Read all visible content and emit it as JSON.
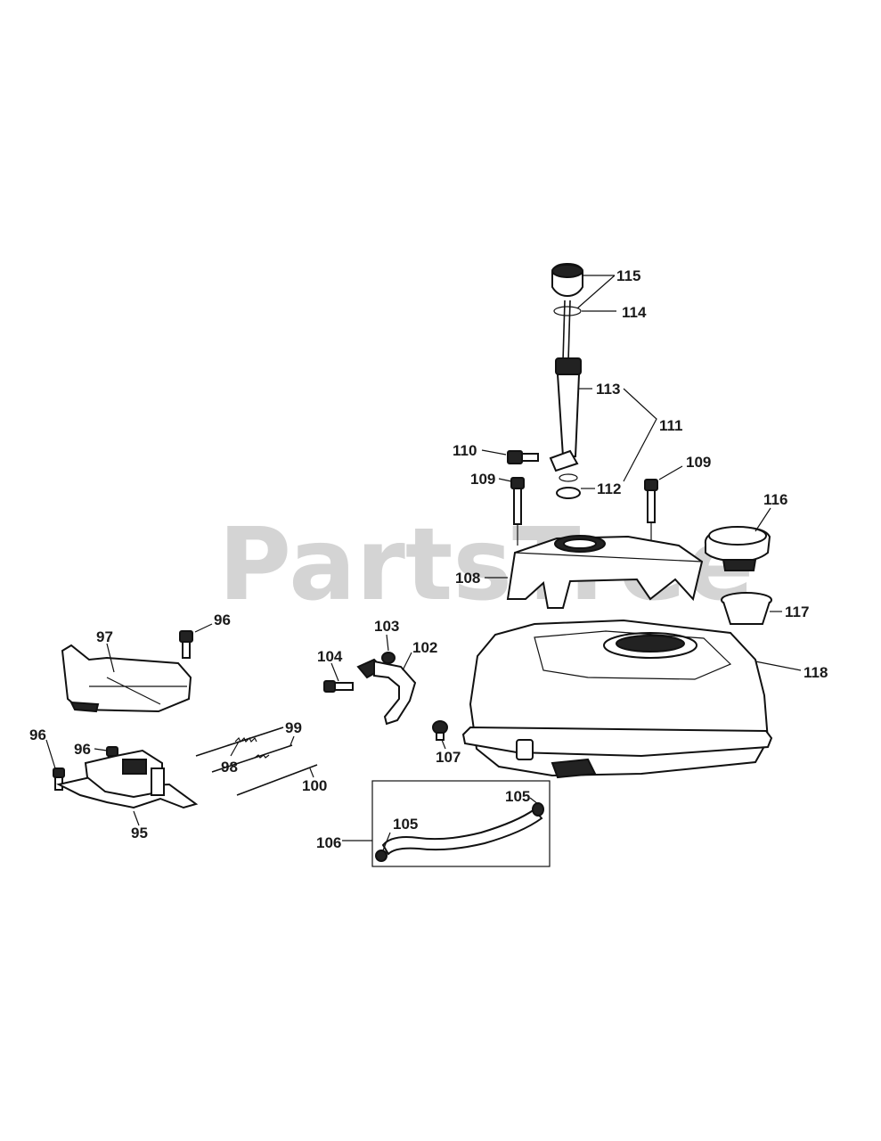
{
  "watermark": "PartsTree",
  "labels": {
    "l115": "115",
    "l114": "114",
    "l113": "113",
    "l111": "111",
    "l110": "110",
    "l112": "112",
    "l109a": "109",
    "l109b": "109",
    "l116": "116",
    "l108": "108",
    "l117": "117",
    "l118": "118",
    "l96a": "96",
    "l97": "97",
    "l103": "103",
    "l102": "102",
    "l104": "104",
    "l96b": "96",
    "l96c": "96",
    "l98": "98",
    "l99": "99",
    "l107": "107",
    "l100": "100",
    "l95": "95",
    "l105a": "105",
    "l105b": "105",
    "l106": "106"
  }
}
